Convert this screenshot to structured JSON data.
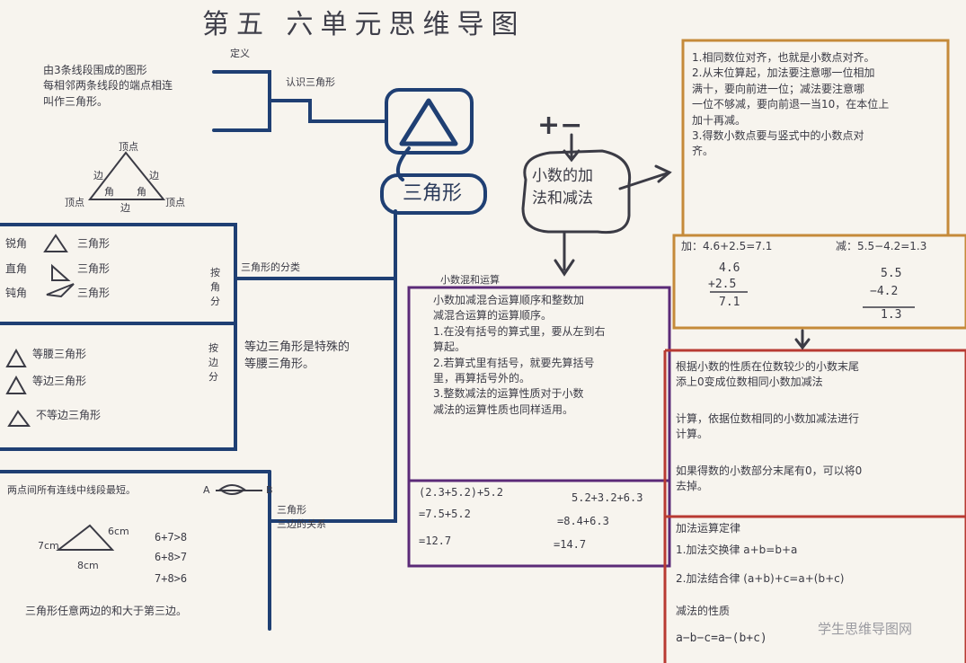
{
  "title": "第五 六单元思维导图",
  "watermark": "学生思维导图网",
  "colors": {
    "blue": "#1f3f73",
    "purple": "#5b2a78",
    "red": "#b83a32",
    "orange": "#c58a3a",
    "ink": "#3b3b45"
  },
  "triangle": {
    "central_label": "三角形",
    "definition_label": "定义",
    "recognize_label": "认识三角形",
    "definition_text": "由3条线段围成的图形\n每相邻两条线段的端点相连\n叫作三角形。",
    "diagram_labels": {
      "vertex": "顶点",
      "side_left": "边",
      "side_right": "边",
      "angle_left": "角",
      "angle_right": "角",
      "side_bottom": "边",
      "vertex_left": "顶点",
      "vertex_right": "顶点"
    },
    "classification_label": "三角形的分类",
    "by_angle_label": "按角分",
    "by_angle_items": [
      {
        "name": "锐角",
        "suffix": "三角形"
      },
      {
        "name": "直角",
        "suffix": "三角形"
      },
      {
        "name": "钝角",
        "suffix": "三角形"
      }
    ],
    "by_side_label": "按边分",
    "by_side_items": [
      "等腰三角形",
      "等边三角形",
      "不等边三角形"
    ],
    "equilateral_note": "等边三角形是特殊的\n等腰三角形。",
    "relation_label": "三角形\n三边的关系",
    "shortest_line": "两点间所有连线中线段最短。",
    "endpoint_a": "A",
    "endpoint_b": "B",
    "side_lengths": [
      "7cm",
      "6cm",
      "8cm"
    ],
    "inequalities": [
      "6+7>8",
      "6+8>7",
      "7+8>6"
    ],
    "sum_rule": "三角形任意两边的和大于第三边。"
  },
  "decimal": {
    "plus_minus": "+−",
    "central_label": "小数的加\n法和减法",
    "rules": "1.相同数位对齐，也就是小数点对齐。\n2.从末位算起，加法要注意哪一位相加\n满十，要向前进一位；减法要注意哪\n一位不够减，要向前退一当10，在本位上\n加十再减。\n3.得数小数点要与竖式中的小数点对\n齐。",
    "add_label": "加：4.6+2.5=7.1",
    "sub_label": "减：5.5−4.2=1.3",
    "add_vertical": [
      "4.6",
      "+2.5",
      "7.1"
    ],
    "sub_vertical": [
      "5.5",
      "−4.2",
      "1.3"
    ],
    "diff_digits_note": "根据小数的性质在位数较少的小数末尾\n添上0变成位数相同小数加减法",
    "calc_note": "计算，依据位数相同的小数加减法进行\n计算。",
    "zero_note": "如果得数的小数部分末尾有0，可以将0\n去掉。",
    "laws_label": "加法运算定律",
    "law1": "1.加法交换律  a+b=b+a",
    "law2": "2.加法结合律  (a+b)+c=a+(b+c)",
    "sub_property_label": "减法的性质",
    "sub_property": "a−b−c=a−(b+c)",
    "mixed_label": "小数混和运算",
    "mixed_rules": "小数加减混合运算顺序和整数加\n减混合运算的运算顺序。\n1.在没有括号的算式里，要从左到右\n算起。\n2.若算式里有括号，就要先算括号\n里，再算括号外的。\n3.整数减法的运算性质对于小数\n减法的运算性质也同样适用。",
    "example1": [
      "(2.3+5.2)+5.2",
      "=7.5+5.2",
      "=12.7"
    ],
    "example2": [
      "5.2+3.2+6.3",
      "=8.4+6.3",
      "=14.7"
    ]
  }
}
